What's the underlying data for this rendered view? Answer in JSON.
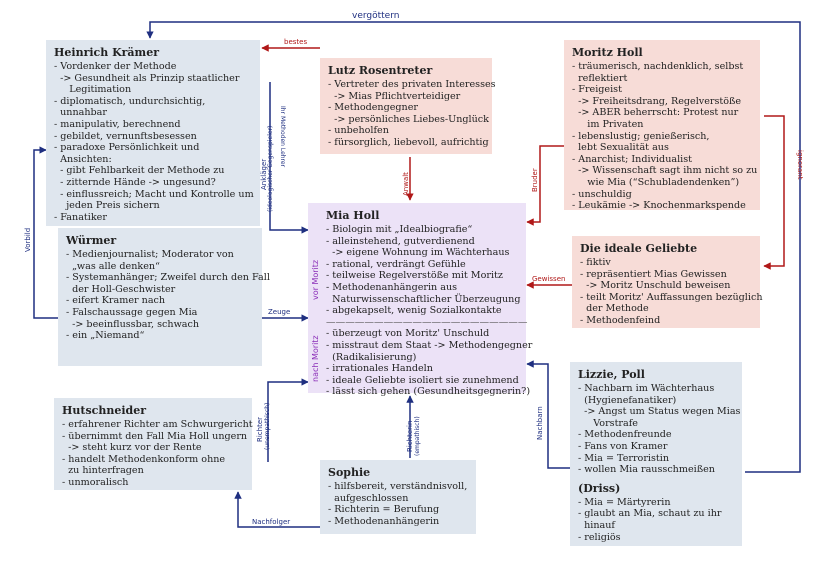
{
  "kraemer": {
    "title": "Heinrich Krämer",
    "lines": [
      "- Vordenker der Methode",
      "  -> Gesundheit als Prinzip staatlicher",
      "     Legitimation",
      "- diplomatisch, undurchsichtig,",
      "  unnahbar",
      "- manipulativ, berechnend",
      "- gebildet, vernunftsbesessen",
      "- paradoxe Persönlichkeit und",
      "  Ansichten:",
      "  - gibt Fehlbarkeit der Methode zu",
      "  - zitternde Hände -> ungesund?",
      "  - einflussreich; Macht und Kontrolle um",
      "    jeden Preis sichern",
      "- Fanatiker"
    ]
  },
  "rosentreter": {
    "title": "Lutz Rosentreter",
    "lines": [
      "- Vertreter des privaten Interesses",
      "  -> Mias Pflichtverteidiger",
      "- Methodengegner",
      "  -> persönliches Liebes-Unglück",
      "- unbeholfen",
      "- fürsorglich, liebevoll, aufrichtig"
    ]
  },
  "moritz": {
    "title": "Moritz Holl",
    "lines": [
      "- träumerisch, nachdenklich, selbst",
      "  reflektiert",
      "- Freigeist",
      "  -> Freiheitsdrang, Regelverstöße",
      "  -> ABER beherrscht: Protest nur",
      "     im Privaten",
      "- lebenslustig; genießerisch,",
      "  lebt Sexualität aus",
      "- Anarchist; Individualist",
      "  -> Wissenschaft sagt ihm nicht so zu",
      "     wie Mia (“Schubladendenken”)",
      "- unschuldig",
      "- Leukämie -> Knochenmarkspende"
    ]
  },
  "mia": {
    "title": "Mia Holl",
    "lines_before": [
      "- Biologin mit „Idealbiografie“",
      "- alleinstehend, gutverdienend",
      "  -> eigene Wohnung im Wächterhaus",
      "- rational, verdrängt Gefühle",
      "- teilweise Regelverstöße mit Moritz",
      "- Methodenanhängerin aus",
      "  Naturwissenschaftlicher Überzeugung",
      "- abgekapselt, wenig Sozialkontakte"
    ],
    "separator": "—————————————————————",
    "lines_after": [
      "- überzeugt von Moritz' Unschuld",
      "- misstraut dem Staat -> Methodengegner",
      "  (Radikalisierung)",
      "- irrationales Handeln",
      "- ideale Geliebte isoliert sie zunehmend",
      "- lässt sich gehen (Gesundheitsgegnerin?)"
    ],
    "side_before": "vor Moritz",
    "side_after": "nach Moritz"
  },
  "geliebte": {
    "title": "Die ideale Geliebte",
    "lines": [
      "- fiktiv",
      "- repräsentiert Mias Gewissen",
      "  -> Moritz Unschuld beweisen",
      "- teilt Moritz' Auffassungen bezüglich",
      "  der Methode",
      "- Methodenfeind"
    ]
  },
  "wuermer": {
    "title": "Würmer",
    "lines": [
      "- Medienjournalist; Moderator von",
      "  „was alle denken“",
      "- Systemanhänger; Zweifel durch den Fall",
      "  der Holl-Geschwister",
      "- eifert Kramer nach",
      "- Falschaussage gegen Mia",
      "  -> beeinflussbar, schwach",
      "- ein „Niemand“"
    ]
  },
  "hutschneider": {
    "title": "Hutschneider",
    "lines": [
      "- erfahrener Richter am Schwurgericht",
      "- übernimmt den Fall Mia Holl ungern",
      "  -> steht kurz vor der Rente",
      "- handelt Methodenkonform ohne",
      "  zu hinterfragen",
      "- unmoralisch"
    ]
  },
  "sophie": {
    "title": "Sophie",
    "lines": [
      "- hilfsbereit, verständnisvoll,",
      "  aufgeschlossen",
      "- Richterin = Berufung",
      "- Methodenanhängerin"
    ]
  },
  "lizzie": {
    "title": "Lizzie, Poll",
    "lines": [
      "- Nachbarn im Wächterhaus",
      "  (Hygienefanatiker)",
      "  -> Angst um Status wegen Mias",
      "     Vorstrafe",
      "- Methodenfreunde",
      "- Fans von Kramer",
      "- Mia = Terroristin",
      "- wollen Mia rausschmeißen"
    ],
    "title2": "(Driss)",
    "lines2": [
      "- Mia = Märtyrerin",
      "- glaubt an Mia, schaut zu ihr",
      "  hinauf",
      "- religiös"
    ]
  },
  "labels": {
    "vergoettern": "vergöttern",
    "bestes": "bestes",
    "anwalt": "Anwalt",
    "bruder": "Bruder",
    "ignorance": "ignorant",
    "gewissen": "Gewissen",
    "zeuge": "Zeuge",
    "vorbild": "Vorbild",
    "ankaeger": "Ankläger",
    "gegenspieler": "(ideologischer Gegenspieler)",
    "ihr_methoden": "Ihr Methoden Lehrer",
    "richter_h": "Richter",
    "richter_h_sub": "(unempathisch)",
    "richterin": "Richterin",
    "richterin_sub": "(empathisch)",
    "nachfolger": "Nachfolger",
    "nachbarn": "Nachbarn"
  },
  "colors": {
    "blue_box": "#dfe6ee",
    "red_box": "#f7dcd7",
    "violet_box": "#ece2f7",
    "blue_arrow": "#1f2f80",
    "red_arrow": "#b01818"
  }
}
